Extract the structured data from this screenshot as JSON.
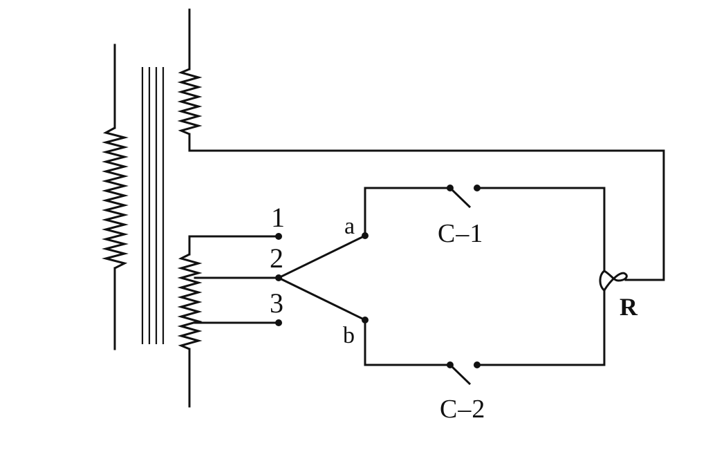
{
  "labels": {
    "tap1": "1",
    "tap2": "2",
    "tap3": "3",
    "terminal_a": "a",
    "terminal_b": "b",
    "contactor1": "C–1",
    "contactor2": "C–2",
    "relay": "R"
  }
}
